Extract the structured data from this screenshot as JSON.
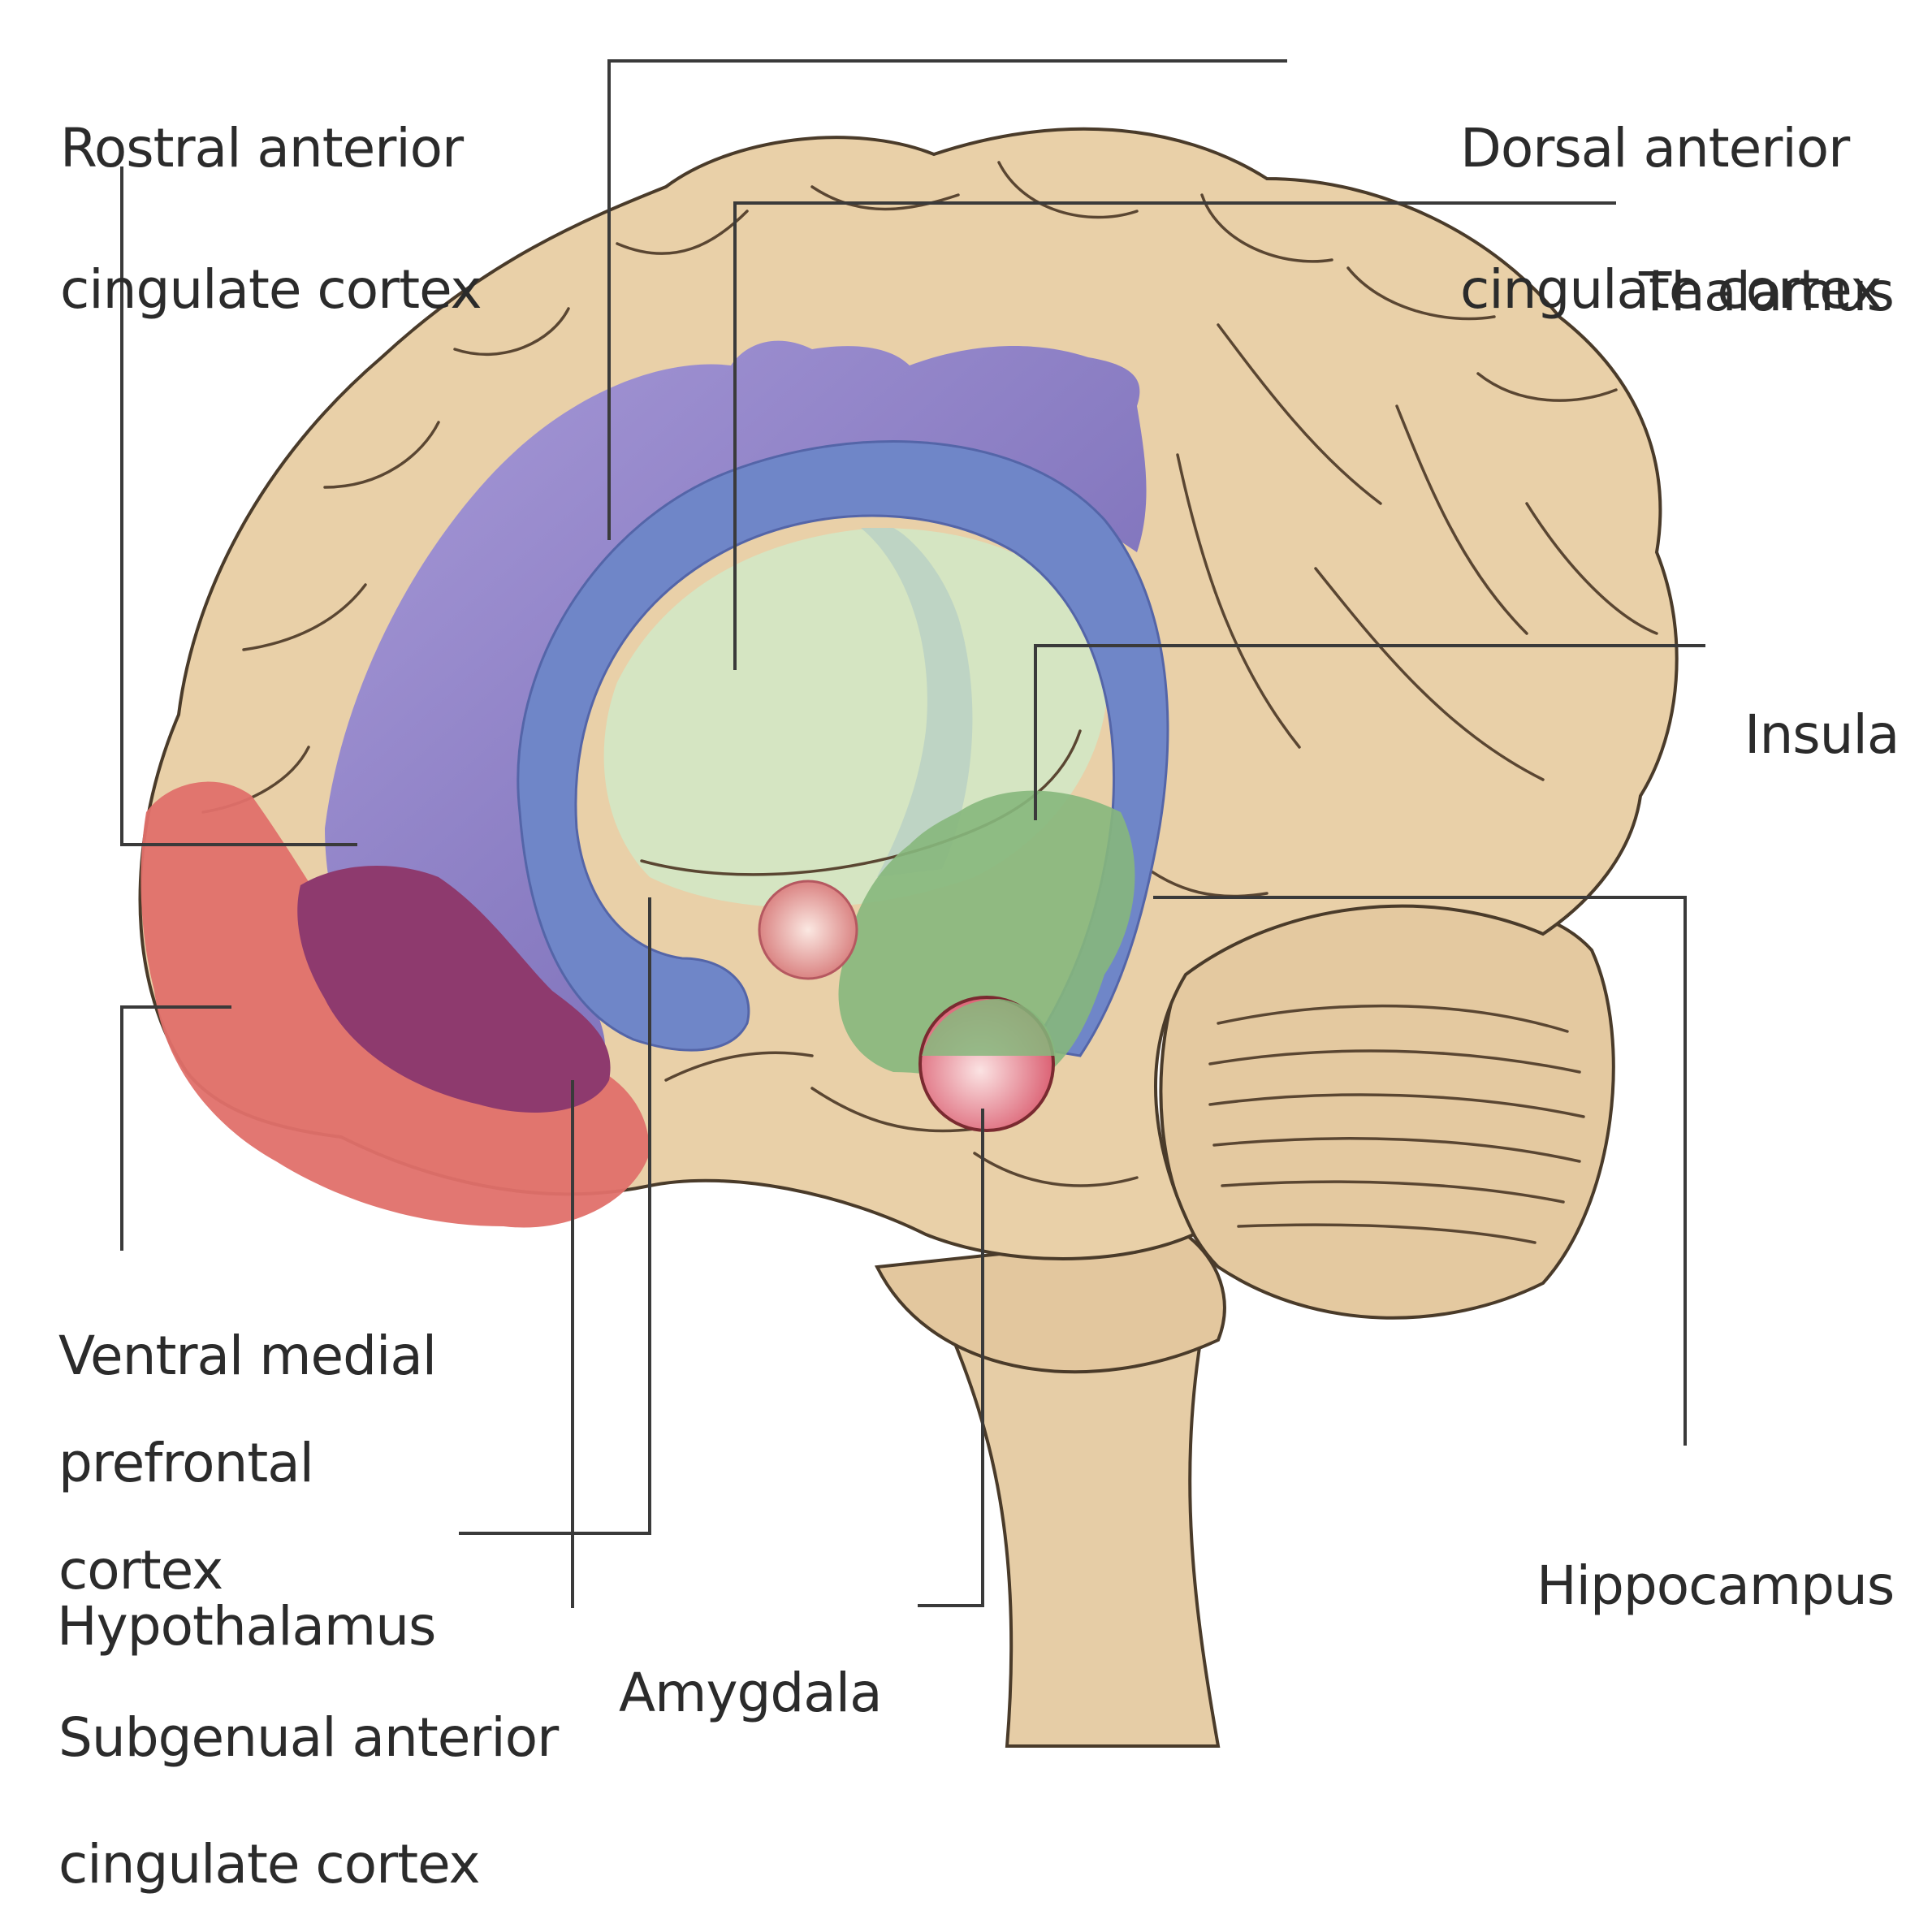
{
  "labels": {
    "rostral_acc": [
      "Rostral anterior",
      "cingulate cortex"
    ],
    "dorsal_acc": [
      "Dorsal anterior",
      "cingulate cortex"
    ],
    "thalamus": [
      "Thalamus"
    ],
    "insula": [
      "Insula"
    ],
    "vmpfc": [
      "Ventral medial",
      "prefrontal",
      "cortex"
    ],
    "hypothalamus": [
      "Hypothalamus"
    ],
    "subgenual_acc": [
      "Subgenual anterior",
      "cingulate cortex"
    ],
    "amygdala": [
      "Amygdala"
    ],
    "hippocampus": [
      "Hippocampus"
    ]
  },
  "colors": {
    "brain": "#e9d0a8",
    "cingulate": "#8b7fc4",
    "corpus_callosum": "#6f86c8",
    "thalamus": "#cfe3bf",
    "vmpfc": "#e0706a",
    "subgenual": "#8e3a6e",
    "insula": "#86b77c",
    "amygdala": "#e07a84",
    "hypothalamus": "#d9a0a2"
  }
}
